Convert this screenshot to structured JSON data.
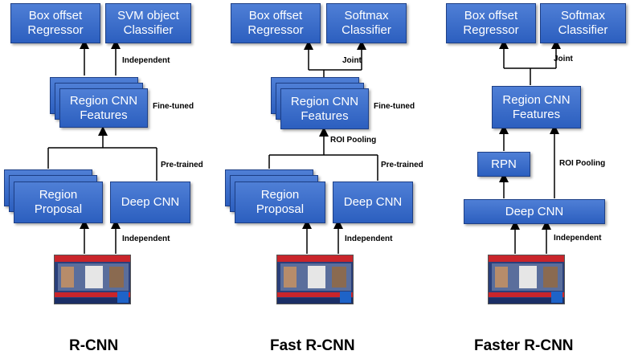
{
  "rcnn": {
    "box_offset": "Box offset\nRegressor",
    "classifier": "SVM object\nClassifier",
    "features": "Region CNN\nFeatures",
    "proposal": "Region\nProposal",
    "deep_cnn": "Deep CNN",
    "label_independent_top": "Independent",
    "label_finetuned": "Fine-tuned",
    "label_pretrained": "Pre-trained",
    "label_independent_bottom": "Independent",
    "title": "R-CNN"
  },
  "fast": {
    "box_offset": "Box offset\nRegressor",
    "classifier": "Softmax\nClassifier",
    "features": "Region CNN\nFeatures",
    "proposal": "Region\nProposal",
    "deep_cnn": "Deep CNN",
    "label_joint": "Joint",
    "label_finetuned": "Fine-tuned",
    "label_roi": "ROI Pooling",
    "label_pretrained": "Pre-trained",
    "label_independent": "Independent",
    "title": "Fast R-CNN"
  },
  "faster": {
    "box_offset": "Box offset\nRegressor",
    "classifier": "Softmax\nClassifier",
    "features": "Region CNN\nFeatures",
    "rpn": "RPN",
    "deep_cnn": "Deep CNN",
    "label_joint": "Joint",
    "label_roi": "ROI Pooling",
    "label_independent": "Independent",
    "title": "Faster R-CNN"
  },
  "colors": {
    "box": "#3a6cc9",
    "border": "#1d3f86",
    "text": "#ffffff"
  }
}
